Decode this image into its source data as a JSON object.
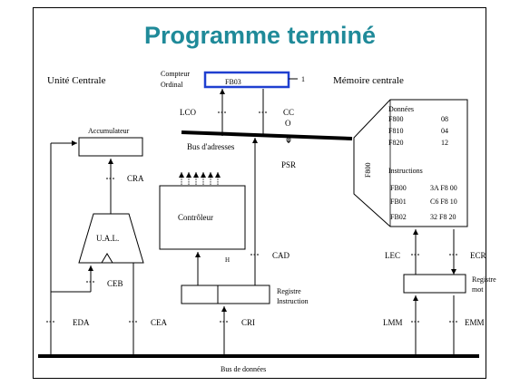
{
  "title": "Programme terminé",
  "cpu": {
    "label": "Unité Centrale",
    "accumulator": "Accumulateur",
    "alu": "U.A.L.",
    "controller": "Contrôleur",
    "controller_h": "H",
    "instruction_register": [
      "Registre",
      "Instruction"
    ],
    "program_counter": {
      "label": [
        "Compteur",
        "Ordinal"
      ],
      "value": "FB03",
      "tag": "1"
    }
  },
  "memory": {
    "label": "Mémoire centrale",
    "side_label": "F800",
    "data_header": "Données",
    "data": [
      {
        "addr": "F800",
        "value": "08"
      },
      {
        "addr": "F810",
        "value": "04"
      },
      {
        "addr": "F820",
        "value": "12"
      }
    ],
    "instructions_header": "Instructions",
    "instructions": [
      {
        "addr": "FB00",
        "value": "3A F8 00"
      },
      {
        "addr": "FB01",
        "value": "C6 F8 10"
      },
      {
        "addr": "FB02",
        "value": "32 F8 20"
      }
    ],
    "word_register": [
      "Registre",
      "mot"
    ]
  },
  "buses": {
    "address": "Bus d'adresses",
    "data": "Bus de données"
  },
  "signals": {
    "lco": "LCO",
    "cco": [
      "CC",
      "O"
    ],
    "psr": "PSR",
    "cra": "CRA",
    "ceb": "CEB",
    "eda": "EDA",
    "cea": "CEA",
    "cri": "CRI",
    "cad": "CAD",
    "lec": "LEC",
    "ecr": "ECR",
    "lmm": "LMM",
    "emm": "EMM"
  }
}
